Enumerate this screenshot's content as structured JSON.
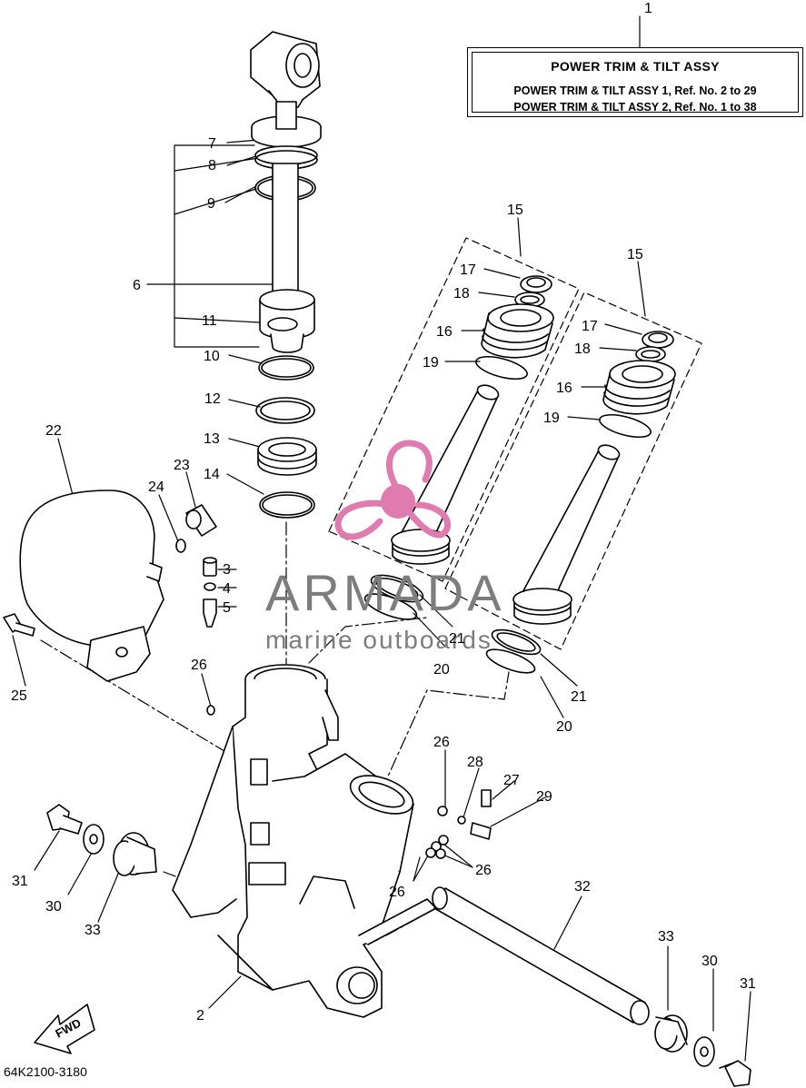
{
  "title_box": {
    "heading": "POWER TRIM & TILT ASSY",
    "line1": "POWER TRIM & TILT ASSY 1,   Ref. No. 2 to 29",
    "line2": "POWER TRIM & TILT ASSY 2,   Ref. No. 1 to 38",
    "ref_number": "1"
  },
  "watermark": {
    "brand": "ARMADA",
    "tagline": "marine outboards",
    "accent_color": "#e07bb0"
  },
  "fwd_label": "FWD",
  "diagram_code": "64K2100-3180",
  "callouts": {
    "c2": "2",
    "c3": "3",
    "c4": "4",
    "c5": "5",
    "c6": "6",
    "c7": "7",
    "c8": "8",
    "c9": "9",
    "c10": "10",
    "c11": "11",
    "c12": "12",
    "c13": "13",
    "c14": "14",
    "c15a": "15",
    "c15b": "15",
    "c16a": "16",
    "c16b": "16",
    "c17a": "17",
    "c17b": "17",
    "c18a": "18",
    "c18b": "18",
    "c19a": "19",
    "c19b": "19",
    "c20a": "20",
    "c20b": "20",
    "c21a": "21",
    "c21b": "21",
    "c22": "22",
    "c23": "23",
    "c24": "24",
    "c25": "25",
    "c26a": "26",
    "c26b": "26",
    "c26c": "26",
    "c26d": "26",
    "c27": "27",
    "c28": "28",
    "c29": "29",
    "c30a": "30",
    "c30b": "30",
    "c31a": "31",
    "c31b": "31",
    "c32": "32",
    "c33a": "33",
    "c33b": "33"
  }
}
